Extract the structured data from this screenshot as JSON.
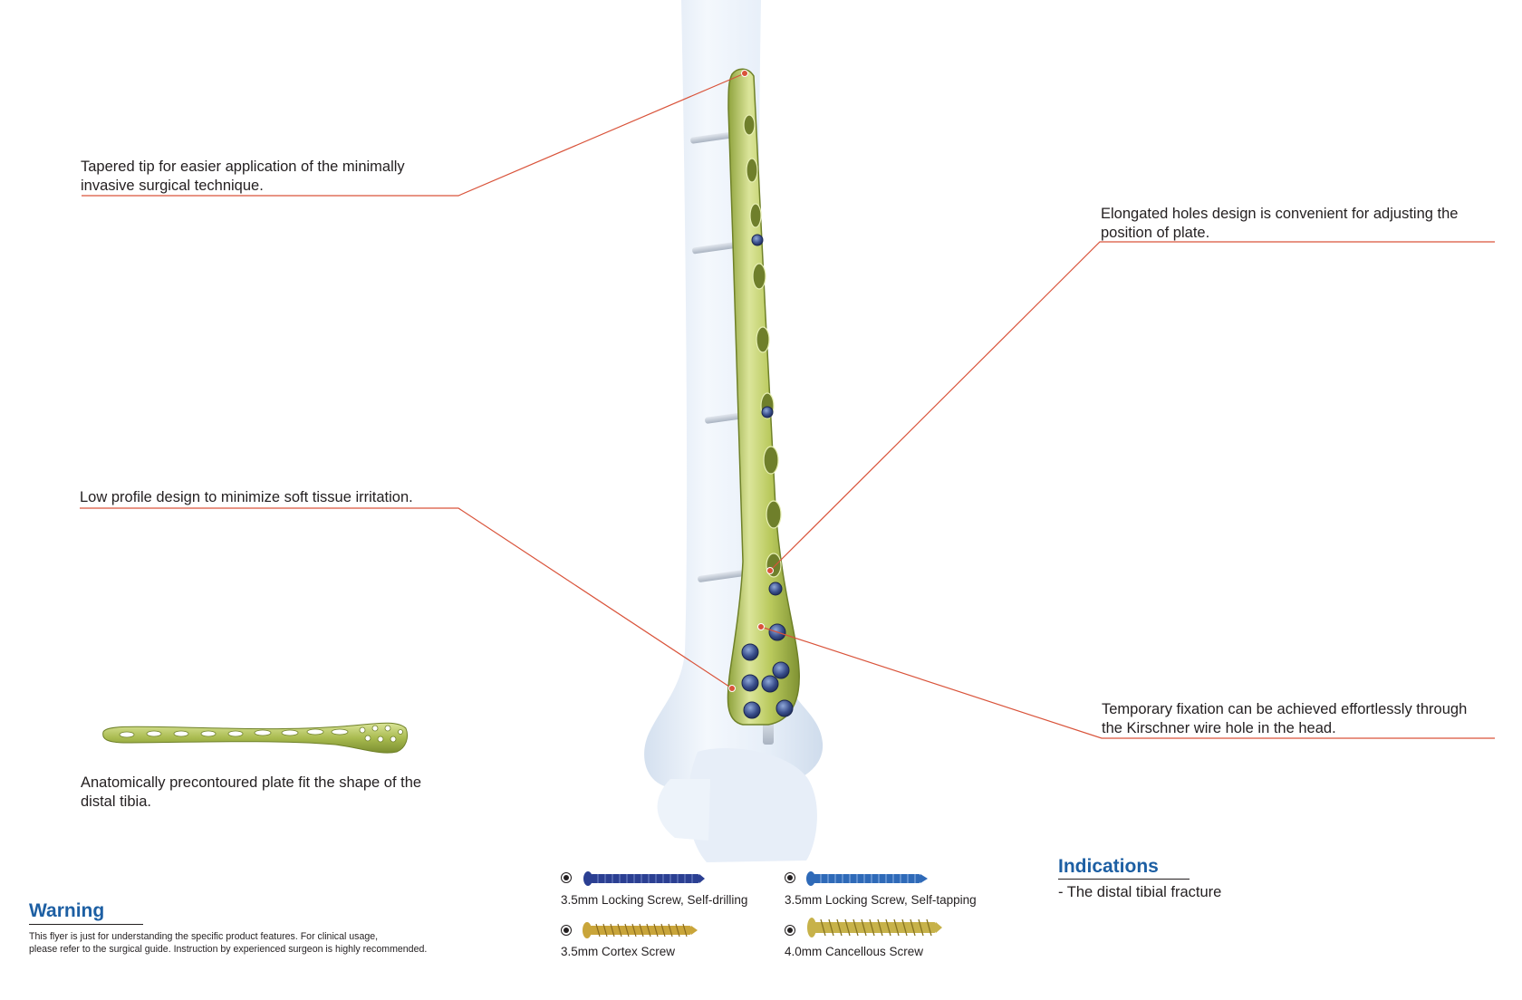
{
  "callouts": {
    "tapered_tip": [
      "Tapered tip for easier application of the minimally",
      "invasive surgical technique."
    ],
    "elongated_holes": [
      "Elongated holes design is convenient for adjusting the",
      "position of plate."
    ],
    "low_profile": [
      "Low profile design to minimize soft tissue irritation."
    ],
    "temporary_fixation": [
      "Temporary fixation can be achieved effortlessly through",
      "the Kirschner wire hole in the head."
    ],
    "anatomical": [
      "Anatomically precontoured plate fit the shape of the",
      "distal tibia."
    ]
  },
  "indications": {
    "title": "Indications",
    "items": [
      "- The distal tibial fracture"
    ]
  },
  "warning": {
    "title": "Warning",
    "lines": [
      "This flyer is just for understanding the specific product features. For clinical usage,",
      "please refer to the surgical guide. Instruction by experienced surgeon is highly recommended."
    ]
  },
  "screws": [
    {
      "label": "3.5mm Locking Screw, Self-drilling",
      "color": "#2b3f92"
    },
    {
      "label": "3.5mm Locking Screw, Self-tapping",
      "color": "#2f6ab8"
    },
    {
      "label": "3.5mm Cortex Screw",
      "color": "#c9a53a"
    },
    {
      "label": "4.0mm Cancellous Screw",
      "color": "#c7b24a"
    }
  ],
  "colors": {
    "accent_blue": "#1d5fa3",
    "leader_line": "#d9533a",
    "plate": "#b6c75a",
    "bone": "#e6eef8"
  }
}
